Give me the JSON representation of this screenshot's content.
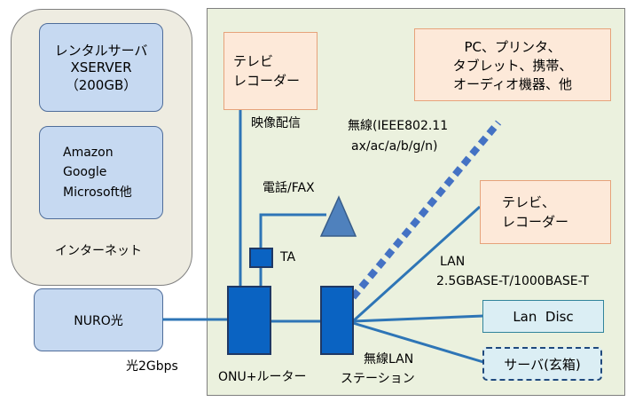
{
  "internet": {
    "label": "インターネット",
    "rental_server": {
      "line1": "レンタルサーバ",
      "line2": "XSERVER",
      "line3": "（200GB）"
    },
    "cloud": {
      "line1": "Amazon",
      "line2": "Google",
      "line3": "Microsoft他"
    },
    "nuro": "NURO光",
    "speed": "光2Gbps"
  },
  "home": {
    "tv_top": {
      "line1": "テレビ",
      "line2": "レコーダー"
    },
    "pc_devices": {
      "line1": "PC、プリンタ、",
      "line2": "タブレット、携帯、",
      "line3": "オーディオ機器、他"
    },
    "video_label": "映像配信",
    "wireless_label": {
      "line1": "無線(IEEE802.11",
      "line2": "ax/ac/a/b/g/n)"
    },
    "phone_label": "電話/FAX",
    "tv_right": {
      "line1": "テレビ、",
      "line2": "レコーダー"
    },
    "ta_label": "TA",
    "lan_label": {
      "line1": "LAN",
      "line2": "2.5GBASE-T/1000BASE-T"
    },
    "lan_disc": "Lan  Disc",
    "server": "サーバ(玄箱)",
    "onu_router": "ONU+ルーター",
    "wireless_station": {
      "line1": "無線LAN",
      "line2": "ステーション"
    }
  },
  "colors": {
    "line": "#2e75b6",
    "device": "#0a63c2",
    "triangle": "#4f81bd",
    "wireless_dash": "#4472c4"
  }
}
